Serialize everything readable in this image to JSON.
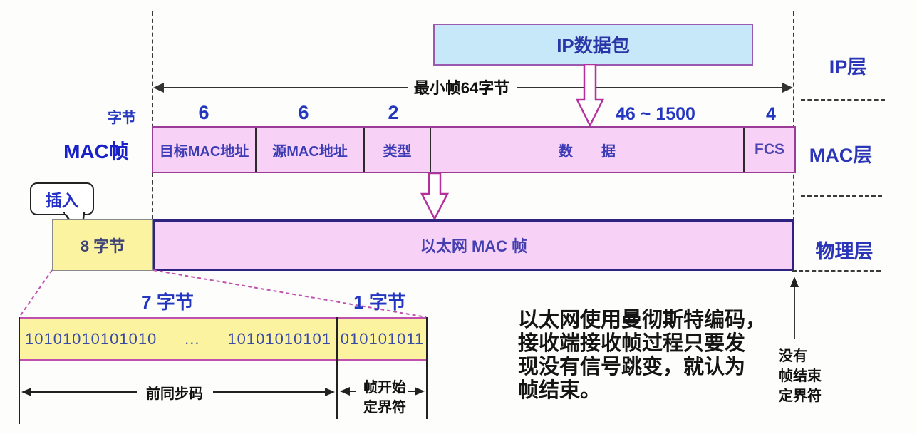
{
  "colors": {
    "yellow": "#fbf3a0",
    "pink": "#f8d1f7",
    "light_blue": "#c7e8f8",
    "magenta_border": "#a546a5",
    "navy_border": "#2c2480",
    "blue_text": "#2336c0"
  },
  "ip_layer": {
    "packet_label": "IP数据包",
    "layer_label": "IP层"
  },
  "mac_layer": {
    "unit_label": "字节",
    "frame_label": "MAC帧",
    "min_frame_label": "最小帧64字节",
    "layer_label": "MAC层",
    "fields": [
      {
        "label": "目标MAC地址",
        "bytes": "6"
      },
      {
        "label": "源MAC地址",
        "bytes": "6"
      },
      {
        "label": "类型",
        "bytes": "2"
      },
      {
        "label": "数　　据",
        "bytes": "46 ~ 1500"
      },
      {
        "label": "FCS",
        "bytes": "4"
      }
    ]
  },
  "physical_layer": {
    "layer_label": "物理层",
    "insert_label": "插入",
    "preamble_bytes_label": "8 字节",
    "frame_label": "以太网 MAC 帧"
  },
  "expanded_view": {
    "preamble_size_label": "7 字节",
    "sfd_size_label": "1 字节",
    "preamble_bits_start": "10101010101010",
    "ellipsis": "...",
    "preamble_bits_end": "10101010101",
    "sfd_bits": "010101011",
    "preamble_label": "前同步码",
    "sfd_label_line1": "帧开始",
    "sfd_label_line2": "定界符"
  },
  "annotations": {
    "note_lines": [
      "以太网使用曼彻斯特编码，",
      "接收端接收帧过程只要发",
      "现没有信号跳变，就认为",
      "帧结束。"
    ],
    "no_end_delimiter_lines": [
      "没有",
      "帧结束",
      "定界符"
    ]
  }
}
